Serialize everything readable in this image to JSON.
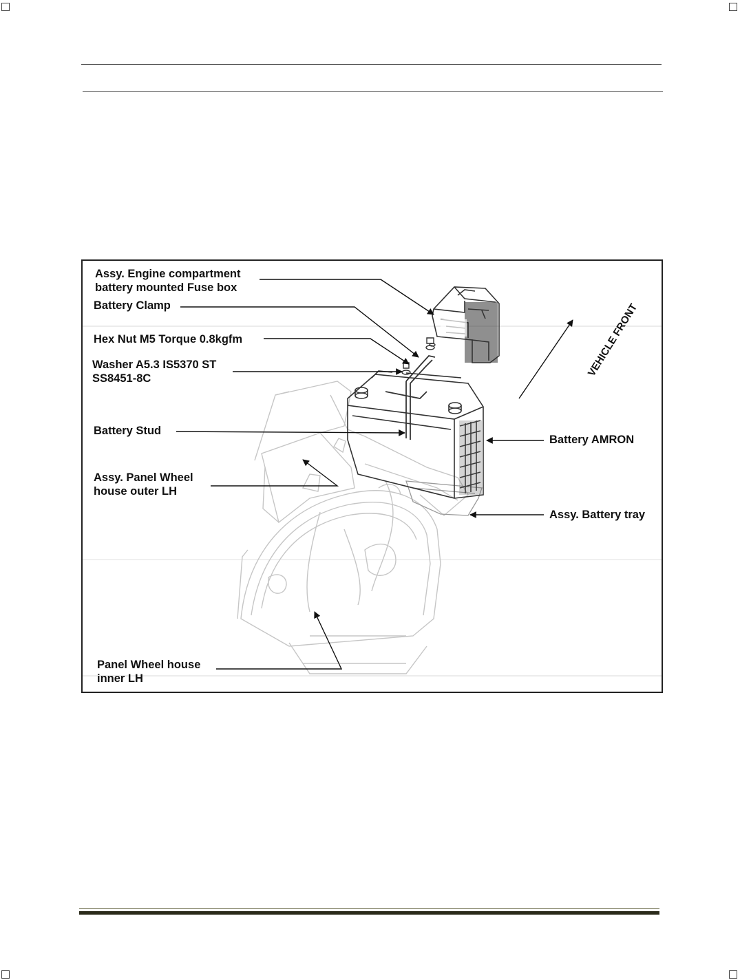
{
  "figure": {
    "labels": {
      "fuse_box_line1": "Assy. Engine compartment",
      "fuse_box_line2": "battery mounted Fuse box",
      "battery_clamp": "Battery Clamp",
      "hex_nut": "Hex Nut M5 Torque 0.8kgfm",
      "washer_line1": "Washer A5.3 IS5370 ST",
      "washer_line2": "SS8451-8C",
      "battery_stud": "Battery Stud",
      "battery_amron": "Battery AMRON",
      "panel_outer_line1": "Assy. Panel Wheel",
      "panel_outer_line2": "house outer LH",
      "battery_tray": "Assy. Battery tray",
      "panel_inner_line1": "Panel Wheel house",
      "panel_inner_line2": "inner LH",
      "vehicle_front": "VEHICLE FRONT"
    }
  },
  "colors": {
    "frame": "#222222",
    "ghost_lines": "#c8c8c8",
    "battery_lines": "#333333",
    "footer_rule": "#2a2a1a"
  }
}
